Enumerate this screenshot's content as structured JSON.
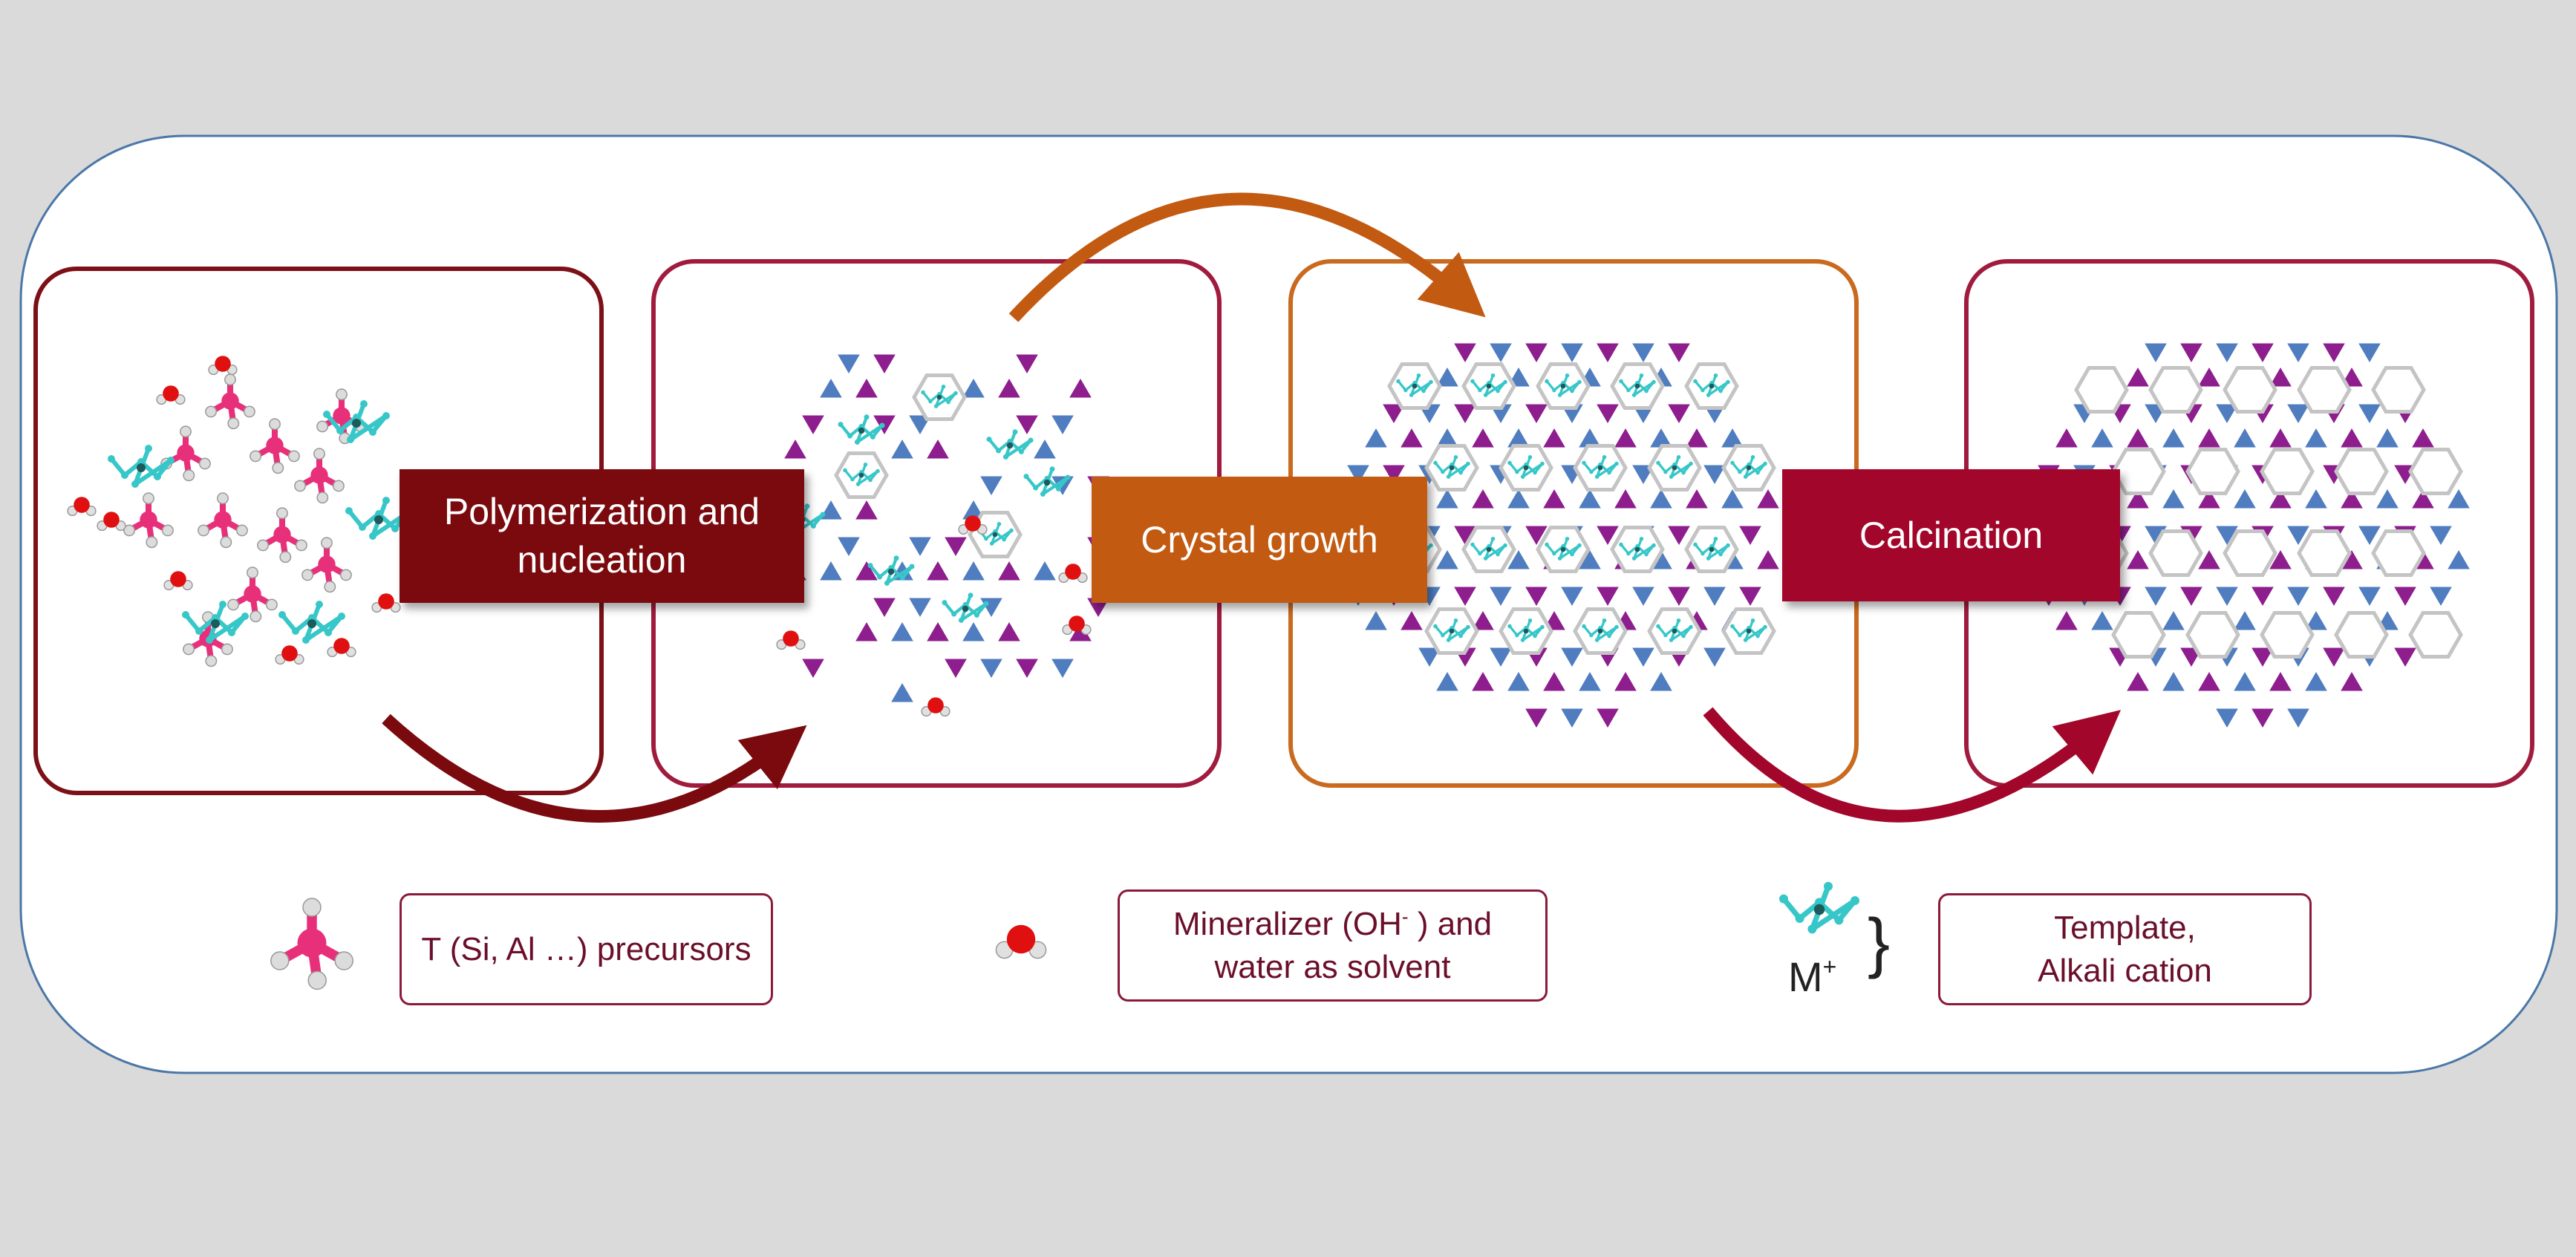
{
  "stages": {
    "polymerization": {
      "line1": "Polymerization and",
      "line2": "nucleation",
      "color": "#7a0a0e"
    },
    "crystal_growth": {
      "label": "Crystal growth",
      "color": "#c25a12"
    },
    "calcination": {
      "label": "Calcination",
      "color": "#a2072b"
    }
  },
  "legend": {
    "precursors": {
      "label": "T (Si, Al …) precursors"
    },
    "mineralizer": {
      "text_before": "Mineralizer (OH",
      "superscript": "-",
      "text_after": " ) and",
      "line2": "water as solvent"
    },
    "template": {
      "line1": "Template,",
      "line2": "Alkali cation",
      "cation_symbol": "M",
      "cation_superscript": "+",
      "brace": "}"
    }
  },
  "colors": {
    "panel_border_dark": "#7d1016",
    "panel_border_red": "#a01b3d",
    "panel_border_orange": "#c96a1e",
    "framework_blue": "#4f7dbf",
    "framework_purple": "#8e1e8e",
    "t_atom": "#e8307a",
    "oxygen": "#e01010",
    "template_cyan": "#37c7c9"
  }
}
